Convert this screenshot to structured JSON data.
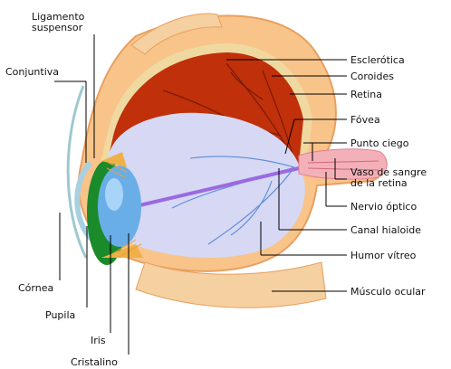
{
  "labels": {
    "ligamento": [
      "Ligamento",
      "suspensor"
    ],
    "conjuntiva": "Conjuntiva",
    "esclerotica": "Esclerótica",
    "coroides": "Coroides",
    "retina": "Retina",
    "fovea": "Fóvea",
    "punto_ciego": "Punto ciego",
    "vaso": [
      "Vaso de sangre",
      "de la retina"
    ],
    "nervio": "Nervio óptico",
    "canal": "Canal hialoide",
    "humor": "Humor vítreo",
    "musculo": "Músculo ocular",
    "cornea": "Córnea",
    "pupila": "Pupila",
    "iris": "Iris",
    "cristalino": "Cristalino"
  },
  "colors": {
    "sclera": "#f8c48a",
    "sclera_edge": "#e8a060",
    "choroid": "#f0d9a0",
    "retina_red": "#c0300a",
    "vitreous": "#d6d8f4",
    "vessels": "#5a8cd8",
    "lens": "#6aaee8",
    "iris": "#1a8a2a",
    "nerve": "#f4b0b8",
    "muscle": "#f5d0a0",
    "hyaloid": "#9a6ae0"
  }
}
